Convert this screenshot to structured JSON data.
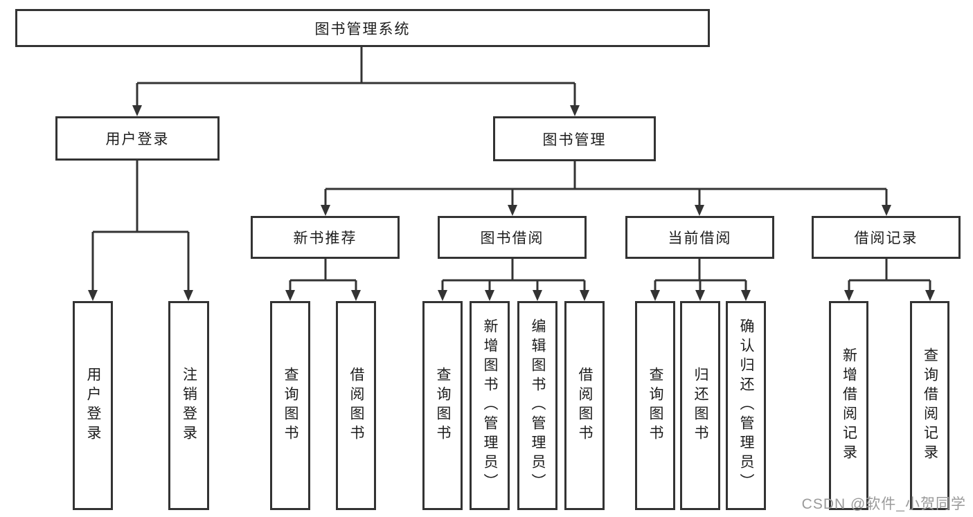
{
  "diagram": {
    "root": {
      "label": "图书管理系统"
    },
    "branches": [
      {
        "label": "用户登录",
        "children": [
          {
            "label": "用户登录"
          },
          {
            "label": "注销登录"
          }
        ]
      },
      {
        "label": "图书管理",
        "children": [
          {
            "label": "新书推荐",
            "children": [
              {
                "label": "查询图书"
              },
              {
                "label": "借阅图书"
              }
            ]
          },
          {
            "label": "图书借阅",
            "children": [
              {
                "label": "查询图书"
              },
              {
                "label": "新增图书（管理员）"
              },
              {
                "label": "编辑图书（管理员）"
              },
              {
                "label": "借阅图书"
              }
            ]
          },
          {
            "label": "当前借阅",
            "children": [
              {
                "label": "查询图书"
              },
              {
                "label": "归还图书"
              },
              {
                "label": "确认归还（管理员）"
              }
            ]
          },
          {
            "label": "借阅记录",
            "children": [
              {
                "label": "新增借阅记录"
              },
              {
                "label": "查询借阅记录"
              }
            ]
          }
        ]
      }
    ]
  },
  "watermark": "CSDN @软件_小贺同学",
  "colors": {
    "line": "#333333",
    "box_border": "#333333",
    "text": "#1c1c1c",
    "watermark": "#9a9a9a"
  }
}
